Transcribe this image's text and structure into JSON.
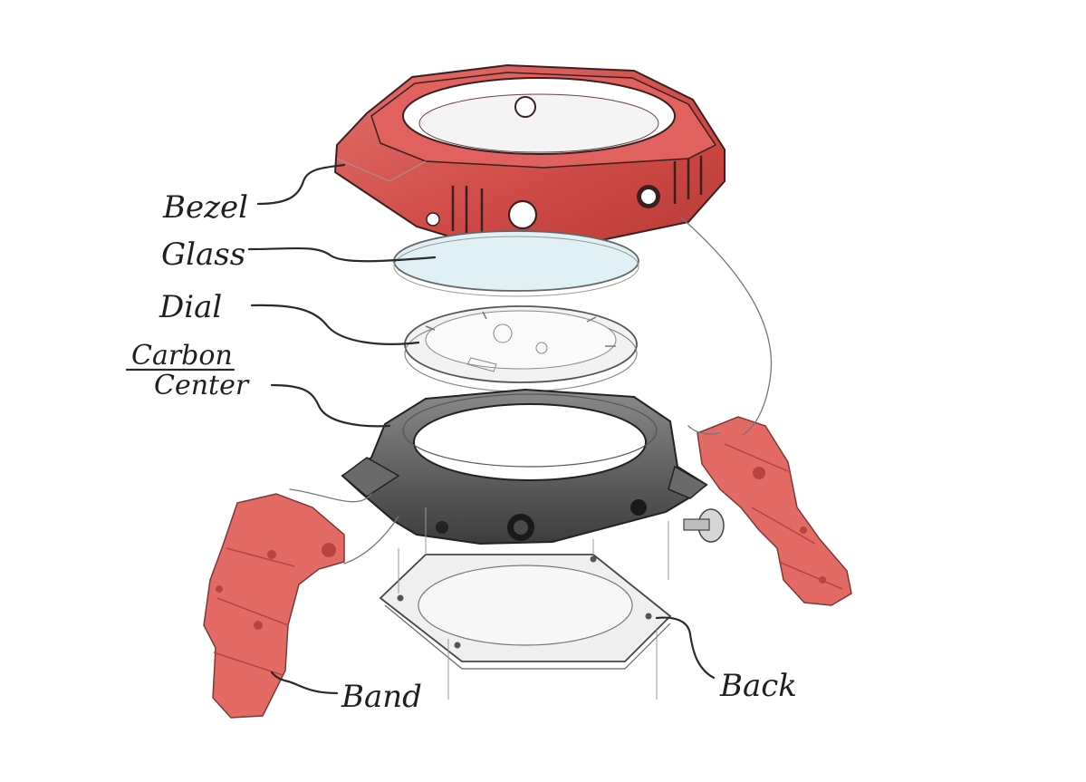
{
  "labels": {
    "bezel": "Bezel",
    "glass": "Glass",
    "dial": "Dial",
    "carbon": "Carbon",
    "center": "Center",
    "band": "Band",
    "back": "Back"
  },
  "colors": {
    "bezel_red": "#d9534f",
    "band_red": "#e46a66",
    "glass_blue": "#dff1f4",
    "center_gray": "#5a5a5a",
    "back_plate": "#e8e8e8"
  }
}
